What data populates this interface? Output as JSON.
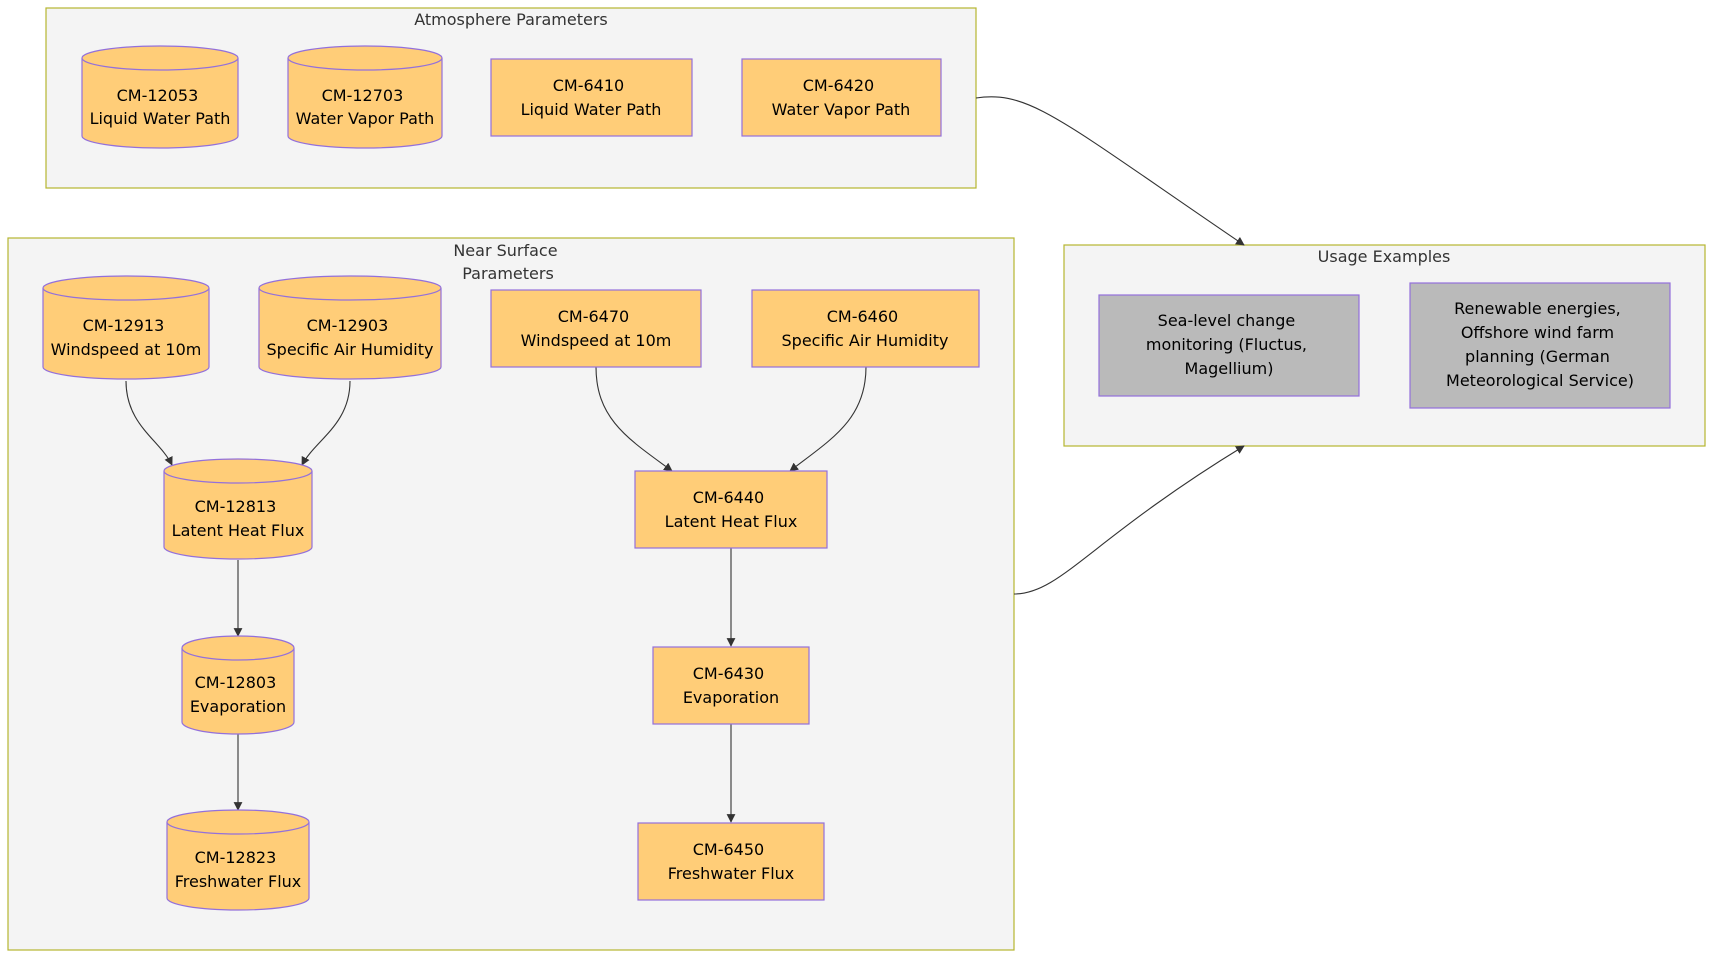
{
  "clusters": {
    "atmosphere": {
      "label_lines": [
        "Atmosphere Parameters"
      ]
    },
    "near_surface": {
      "label_lines": [
        "Near Surface",
        "Parameters"
      ]
    },
    "usage": {
      "label_lines": [
        "Usage Examples"
      ]
    }
  },
  "nodes": {
    "cm12053": [
      "CM-12053",
      "Liquid Water Path"
    ],
    "cm12703": [
      "CM-12703",
      "Water Vapor Path"
    ],
    "cm6410": [
      "CM-6410",
      "Liquid Water Path"
    ],
    "cm6420": [
      "CM-6420",
      "Water Vapor Path"
    ],
    "cm12913": [
      "CM-12913",
      "Windspeed at 10m"
    ],
    "cm12903": [
      "CM-12903",
      "Specific Air Humidity"
    ],
    "cm6470": [
      "CM-6470",
      "Windspeed at 10m"
    ],
    "cm6460": [
      "CM-6460",
      "Specific Air Humidity"
    ],
    "cm12813": [
      "CM-12813",
      "Latent Heat Flux"
    ],
    "cm6440": [
      "CM-6440",
      "Latent Heat Flux"
    ],
    "cm12803": [
      "CM-12803",
      "Evaporation"
    ],
    "cm6430": [
      "CM-6430",
      "Evaporation"
    ],
    "cm12823": [
      "CM-12823",
      "Freshwater Flux"
    ],
    "cm6450": [
      "CM-6450",
      "Freshwater Flux"
    ],
    "usage_sea_level": [
      "Sea-level change",
      "monitoring (Fluctus,",
      "Magellium)"
    ],
    "usage_renewable": [
      "Renewable energies,",
      "Offshore wind farm",
      "planning (German",
      "Meteorological Service)"
    ]
  },
  "colors": {
    "cluster_fill": "#f4f4f4",
    "cluster_stroke": "#b6b62f",
    "node_fill": "#ffcd78",
    "node_stroke": "#9370db",
    "usage_fill": "#bababa",
    "edge": "#333333"
  }
}
